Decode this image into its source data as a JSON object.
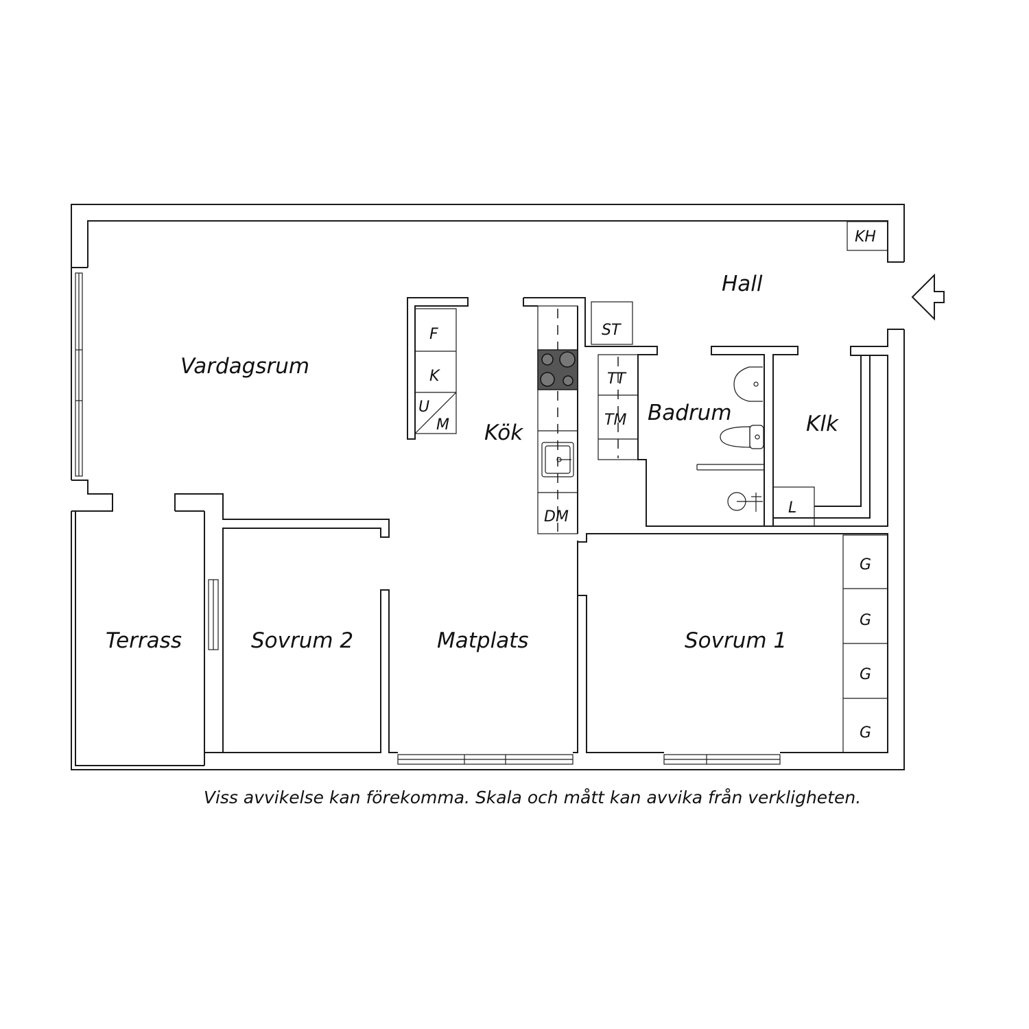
{
  "rooms": {
    "hall": "Hall",
    "vardagsrum": "Vardagsrum",
    "kok": "Kök",
    "badrum": "Badrum",
    "klk": "Klk",
    "terrass": "Terrass",
    "sovrum2": "Sovrum 2",
    "matplats": "Matplats",
    "sovrum1": "Sovrum 1"
  },
  "fixtures": {
    "kh": "KH",
    "st": "ST",
    "f": "F",
    "k": "K",
    "u": "U",
    "m": "M",
    "tt": "TT",
    "tm": "TM",
    "dm": "DM",
    "l": "L",
    "g": [
      "G",
      "G",
      "G",
      "G"
    ]
  },
  "disclaimer": "Viss avvikelse kan förekomma. Skala och mått kan avvika från verkligheten.",
  "colors": {
    "line": "#1a1a1a",
    "background": "#ffffff",
    "stove": "#555555"
  }
}
